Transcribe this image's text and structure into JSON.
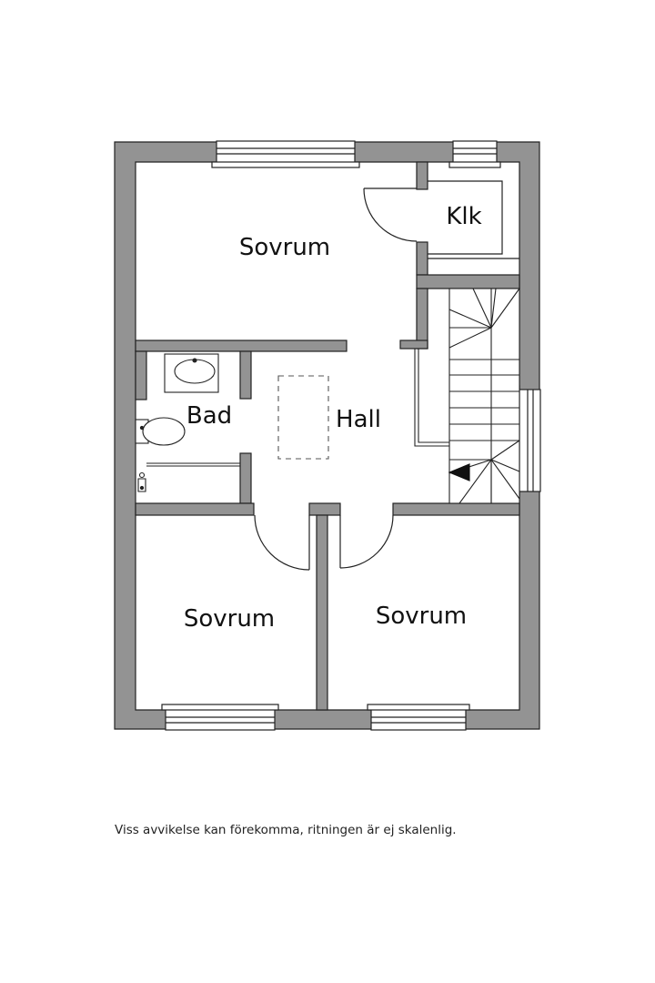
{
  "rooms": {
    "bedroom_top": "Sovrum",
    "closet": "Klk",
    "bathroom": "Bad",
    "hall": "Hall",
    "bedroom_bottom_left": "Sovrum",
    "bedroom_bottom_right": "Sovrum"
  },
  "disclaimer": "Viss avvikelse kan förekomma, ritningen är ej skalenlig.",
  "colors": {
    "wall": "#939393",
    "line": "#222222",
    "background": "#ffffff"
  }
}
